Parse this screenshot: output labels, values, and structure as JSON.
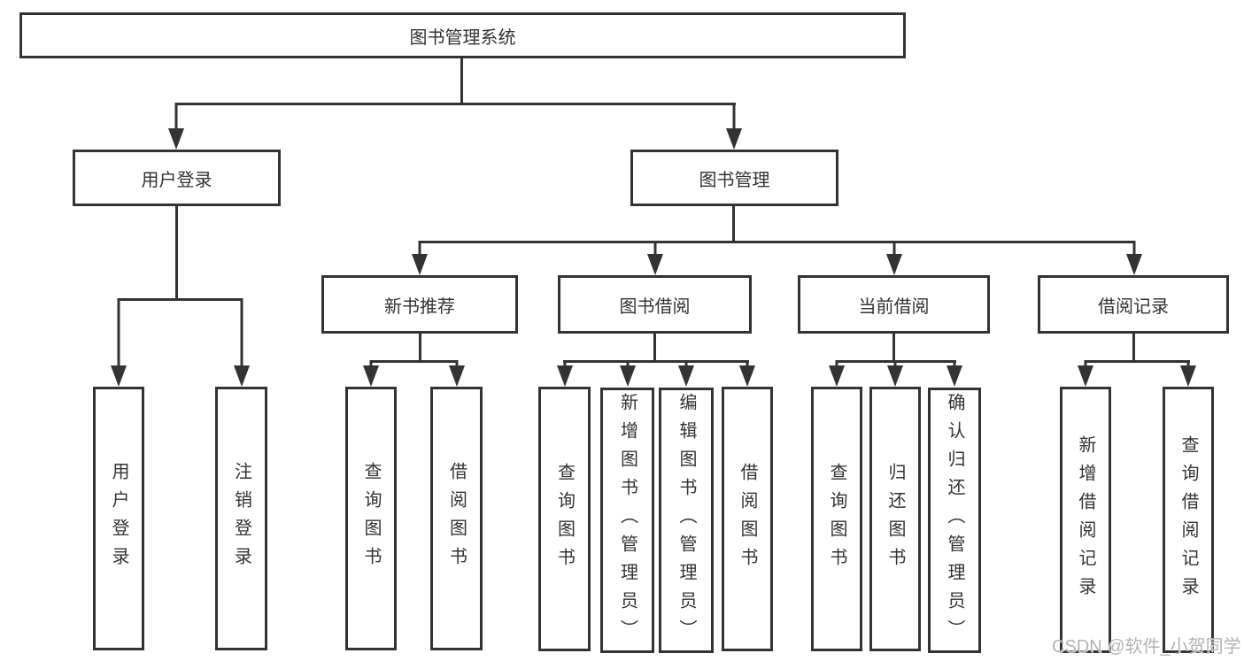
{
  "colors": {
    "line": "#333333",
    "box_border": "#333333",
    "text": "#333333",
    "background": "#ffffff",
    "watermark": "#b3b3b3"
  },
  "tree": {
    "root": {
      "label": "图书管理系统"
    },
    "branches": [
      {
        "label": "用户登录",
        "children": [
          {
            "label": "用户登录"
          },
          {
            "label": "注销登录"
          }
        ]
      },
      {
        "label": "图书管理",
        "children": [
          {
            "label": "新书推荐",
            "children": [
              {
                "label": "查询图书"
              },
              {
                "label": "借阅图书"
              }
            ]
          },
          {
            "label": "图书借阅",
            "children": [
              {
                "label": "查询图书"
              },
              {
                "label": "新增图书（管理员）"
              },
              {
                "label": "编辑图书（管理员）"
              },
              {
                "label": "借阅图书"
              }
            ]
          },
          {
            "label": "当前借阅",
            "children": [
              {
                "label": "查询图书"
              },
              {
                "label": "归还图书"
              },
              {
                "label": "确认归还（管理员）"
              }
            ]
          },
          {
            "label": "借阅记录",
            "children": [
              {
                "label": "新增借阅记录"
              },
              {
                "label": "查询借阅记录"
              }
            ]
          }
        ]
      }
    ]
  },
  "watermark": {
    "text": "CSDN @软件_小贺同学"
  }
}
